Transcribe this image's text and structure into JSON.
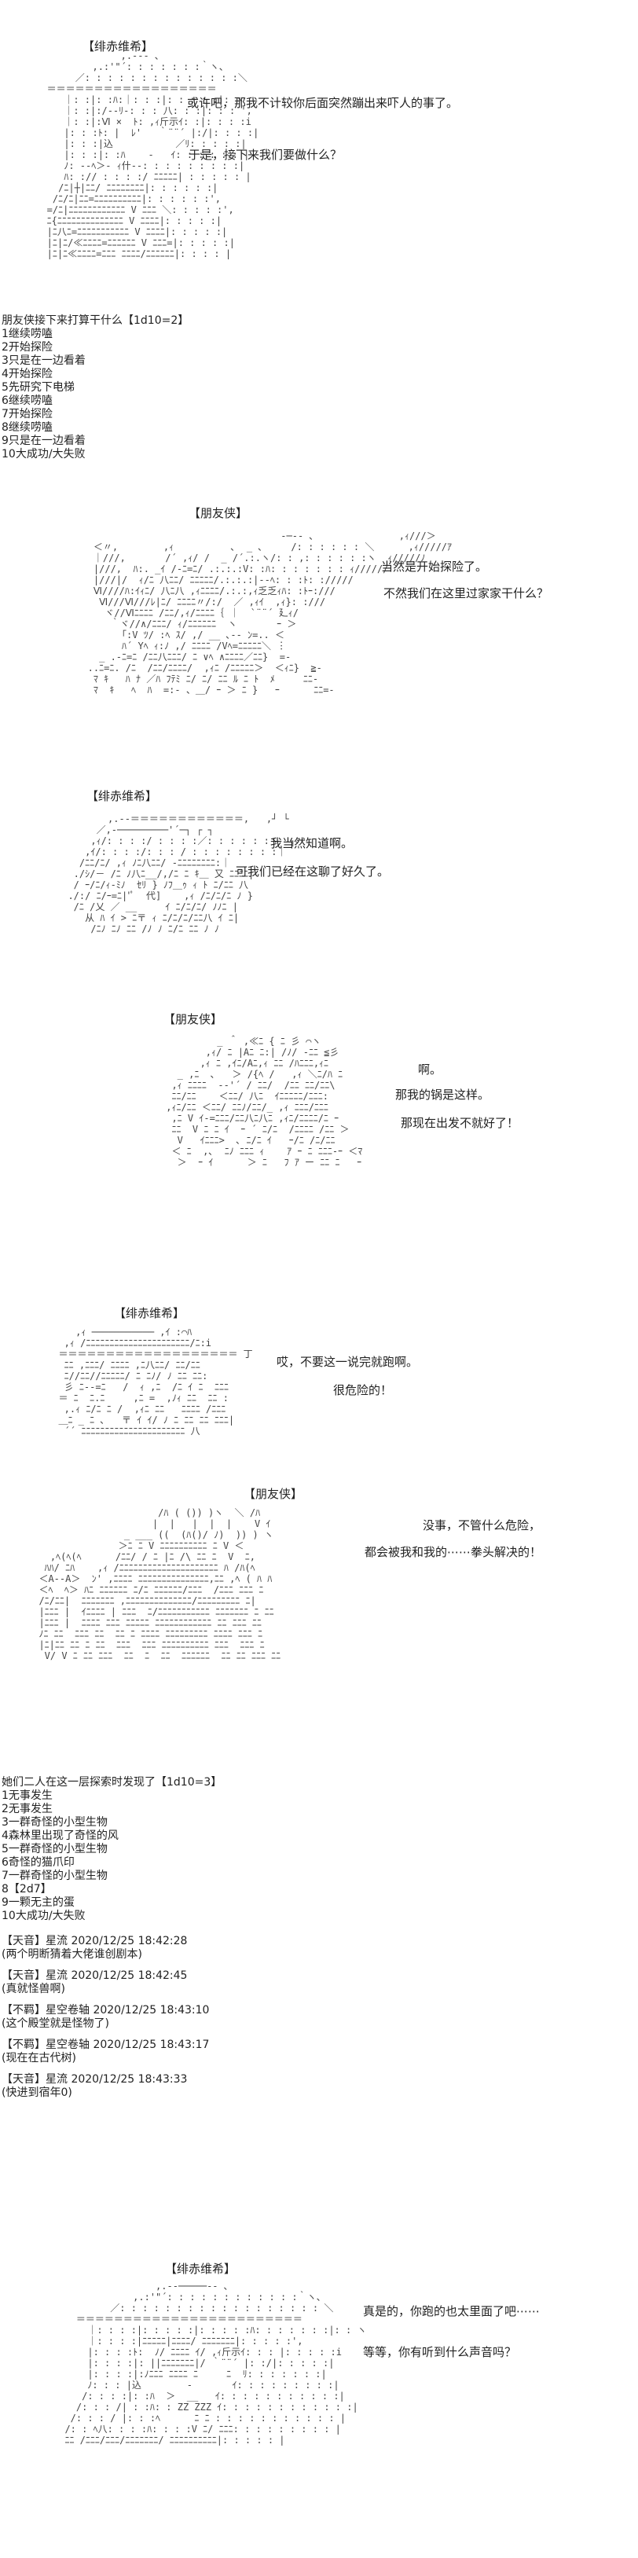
{
  "panels": [
    {
      "header": "【绯赤维希】",
      "dialogue": [
        "或许吧，那我不计较你后面突然蹦出来吓人的事了。",
        "于是，接下来我们要做什么？"
      ]
    },
    {
      "header": "【朋友侠】",
      "dialogue": [
        "当然是开始探险了。",
        "不然我们在这里过家家干什么？"
      ]
    },
    {
      "header": "【绯赤维希】",
      "dialogue": [
        "我当然知道啊。",
        "可我们已经在这聊了好久了。"
      ]
    },
    {
      "header": "【朋友侠】",
      "dialogue": [
        "啊。",
        "那我的锅是这样。",
        "那现在出发不就好了！"
      ]
    },
    {
      "header": "【绯赤维希】",
      "dialogue": [
        "哎，不要这一说完就跑啊。",
        "很危险的！"
      ]
    },
    {
      "header": "【朋友侠】",
      "dialogue": [
        "没事，不管什么危险，",
        "都会被我和我的⋯⋯拳头解决的！"
      ]
    },
    {
      "header": "【绯赤维希】",
      "dialogue": [
        "真是的，你跑的也太里面了吧⋯⋯",
        "等等，你有听到什么声音吗？"
      ]
    }
  ],
  "roll1": {
    "title": "朋友侠接下来打算干什么【1d10=2】",
    "items": [
      "1继续唠嗑",
      "2开始探险",
      "3只是在一边看着",
      "4开始探险",
      "5先研究下电梯",
      "6继续唠嗑",
      "7开始探险",
      "8继续唠嗑",
      "9只是在一边看着",
      "10大成功/大失败"
    ]
  },
  "roll2": {
    "title": "她们二人在这一层探索时发现了【1d10=3】",
    "items": [
      "1无事发生",
      "2无事发生",
      "3一群奇怪的小型生物",
      "4森林里出现了奇怪的风",
      "5一群奇怪的小型生物",
      "6奇怪的猫爪印",
      "7一群奇怪的小型生物",
      "8【2d7】",
      "9一颗无主的蛋",
      "10大成功/大失败"
    ]
  },
  "comments": [
    {
      "meta": "【天音】星流 2020/12/25 18:42:28",
      "text": "(两个明断猜着大佬谁创剧本)"
    },
    {
      "meta": "【天音】星流 2020/12/25 18:42:45",
      "text": "(真就怪兽啊)"
    },
    {
      "meta": "【不羁】星空卷轴 2020/12/25 18:43:10",
      "text": "(这个殿堂就是怪物了)"
    },
    {
      "meta": "【不羁】星空卷轴 2020/12/25 18:43:17",
      "text": "(现在在古代树)"
    },
    {
      "meta": "【天音】星流 2020/12/25 18:43:33",
      "text": "(快进到宿年0)"
    }
  ]
}
